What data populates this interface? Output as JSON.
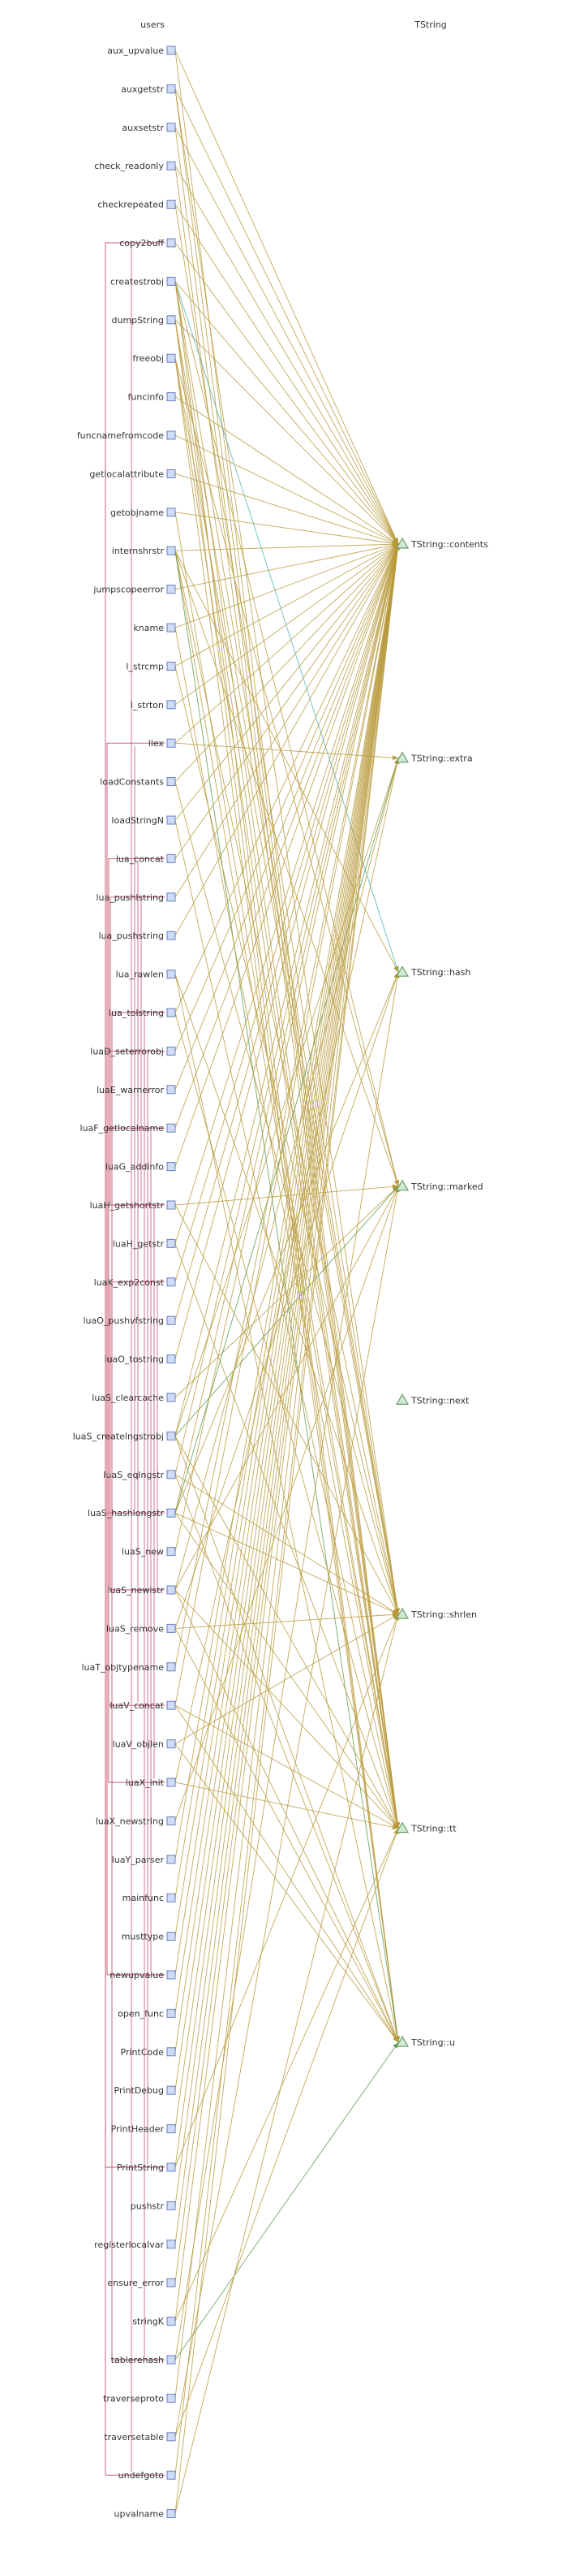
{
  "headers": {
    "users": "users",
    "type": "TString"
  },
  "colors": {
    "user_node_fill": "#cfdcf5",
    "user_node_stroke": "#6a7fc4",
    "field_node_fill": "#cfe9d4",
    "field_node_stroke": "#6aa06a",
    "edge_default": "#b89a3c",
    "edge_teal": "#4fb3b3",
    "edge_green": "#5a9a4c",
    "bracket": "#c8506e"
  },
  "users": [
    "aux_upvalue",
    "auxgetstr",
    "auxsetstr",
    "check_readonly",
    "checkrepeated",
    "copy2buff",
    "createstrobj",
    "dumpString",
    "freeobj",
    "funcinfo",
    "funcnamefromcode",
    "getlocalattribute",
    "getobjname",
    "internshrstr",
    "jumpscopeerror",
    "kname",
    "l_strcmp",
    "l_strton",
    "llex",
    "loadConstants",
    "loadStringN",
    "lua_concat",
    "lua_pushlstring",
    "lua_pushstring",
    "lua_rawlen",
    "lua_tolstring",
    "luaD_seterrorobj",
    "luaE_warnerror",
    "luaF_getlocalname",
    "luaG_addinfo",
    "luaH_getshortstr",
    "luaH_getstr",
    "luaK_exp2const",
    "luaO_pushvfstring",
    "luaO_tostring",
    "luaS_clearcache",
    "luaS_createlngstrobj",
    "luaS_eqlngstr",
    "luaS_hashlongstr",
    "luaS_new",
    "luaS_newlstr",
    "luaS_remove",
    "luaT_objtypename",
    "luaV_concat",
    "luaV_objlen",
    "luaX_init",
    "luaX_newstring",
    "luaY_parser",
    "mainfunc",
    "musttype",
    "newupvalue",
    "open_func",
    "PrintCode",
    "PrintDebug",
    "PrintHeader",
    "PrintString",
    "pushstr",
    "registerlocalvar",
    "ensure_error",
    "stringK",
    "tablerehash",
    "traverseproto",
    "traversetable",
    "undefgoto",
    "upvalname"
  ],
  "fields": [
    "TString::contents",
    "TString::extra",
    "TString::hash",
    "TString::marked",
    "TString::next",
    "TString::shrlen",
    "TString::tt",
    "TString::u"
  ],
  "edges": [
    [
      0,
      0
    ],
    [
      0,
      6
    ],
    [
      1,
      0
    ],
    [
      1,
      5
    ],
    [
      1,
      6
    ],
    [
      2,
      0
    ],
    [
      2,
      6
    ],
    [
      3,
      0
    ],
    [
      3,
      6
    ],
    [
      4,
      0
    ],
    [
      4,
      5
    ],
    [
      5,
      0
    ],
    [
      6,
      0
    ],
    [
      6,
      2
    ],
    [
      6,
      3
    ],
    [
      6,
      5
    ],
    [
      6,
      6
    ],
    [
      6,
      7
    ],
    [
      7,
      0
    ],
    [
      7,
      5
    ],
    [
      7,
      6
    ],
    [
      7,
      7
    ],
    [
      8,
      3
    ],
    [
      8,
      5
    ],
    [
      8,
      6
    ],
    [
      8,
      7
    ],
    [
      9,
      0
    ],
    [
      10,
      0
    ],
    [
      11,
      0
    ],
    [
      12,
      0
    ],
    [
      12,
      6
    ],
    [
      13,
      0
    ],
    [
      13,
      2
    ],
    [
      13,
      3
    ],
    [
      13,
      5
    ],
    [
      13,
      6
    ],
    [
      13,
      7
    ],
    [
      14,
      0
    ],
    [
      15,
      0
    ],
    [
      15,
      6
    ],
    [
      16,
      0
    ],
    [
      16,
      5
    ],
    [
      17,
      0
    ],
    [
      18,
      1
    ],
    [
      18,
      0
    ],
    [
      19,
      0
    ],
    [
      19,
      5
    ],
    [
      20,
      0
    ],
    [
      20,
      6
    ],
    [
      21,
      0
    ],
    [
      22,
      0
    ],
    [
      23,
      0
    ],
    [
      24,
      5
    ],
    [
      24,
      7
    ],
    [
      25,
      0
    ],
    [
      25,
      6
    ],
    [
      26,
      0
    ],
    [
      27,
      0
    ],
    [
      28,
      0
    ],
    [
      29,
      0
    ],
    [
      30,
      3
    ],
    [
      30,
      5
    ],
    [
      31,
      0
    ],
    [
      31,
      6
    ],
    [
      32,
      0
    ],
    [
      33,
      0
    ],
    [
      34,
      0
    ],
    [
      35,
      3
    ],
    [
      36,
      0
    ],
    [
      36,
      1
    ],
    [
      36,
      3
    ],
    [
      36,
      6
    ],
    [
      36,
      7
    ],
    [
      37,
      0
    ],
    [
      37,
      5
    ],
    [
      37,
      7
    ],
    [
      38,
      0
    ],
    [
      38,
      1
    ],
    [
      38,
      2
    ],
    [
      38,
      5
    ],
    [
      38,
      6
    ],
    [
      39,
      0
    ],
    [
      40,
      1
    ],
    [
      40,
      3
    ],
    [
      40,
      6
    ],
    [
      40,
      7
    ],
    [
      41,
      2
    ],
    [
      41,
      5
    ],
    [
      41,
      7
    ],
    [
      42,
      0
    ],
    [
      43,
      0
    ],
    [
      43,
      6
    ],
    [
      43,
      7
    ],
    [
      44,
      5
    ],
    [
      44,
      7
    ],
    [
      45,
      1
    ],
    [
      45,
      6
    ],
    [
      46,
      3
    ],
    [
      47,
      0
    ],
    [
      48,
      0
    ],
    [
      49,
      0
    ],
    [
      50,
      0
    ],
    [
      51,
      0
    ],
    [
      52,
      0
    ],
    [
      53,
      0
    ],
    [
      54,
      0
    ],
    [
      55,
      0
    ],
    [
      55,
      5
    ],
    [
      56,
      0
    ],
    [
      57,
      0
    ],
    [
      58,
      0
    ],
    [
      59,
      0
    ],
    [
      59,
      6
    ],
    [
      60,
      2
    ],
    [
      60,
      7
    ],
    [
      61,
      0
    ],
    [
      62,
      3
    ],
    [
      62,
      6
    ],
    [
      63,
      0
    ],
    [
      64,
      0
    ],
    [
      64,
      5
    ]
  ],
  "teal_edges": [
    [
      6,
      2
    ],
    [
      7,
      3
    ],
    [
      36,
      2
    ],
    [
      43,
      3
    ]
  ],
  "green_edges": [
    [
      13,
      7
    ],
    [
      38,
      1
    ],
    [
      60,
      7
    ],
    [
      36,
      3
    ]
  ]
}
